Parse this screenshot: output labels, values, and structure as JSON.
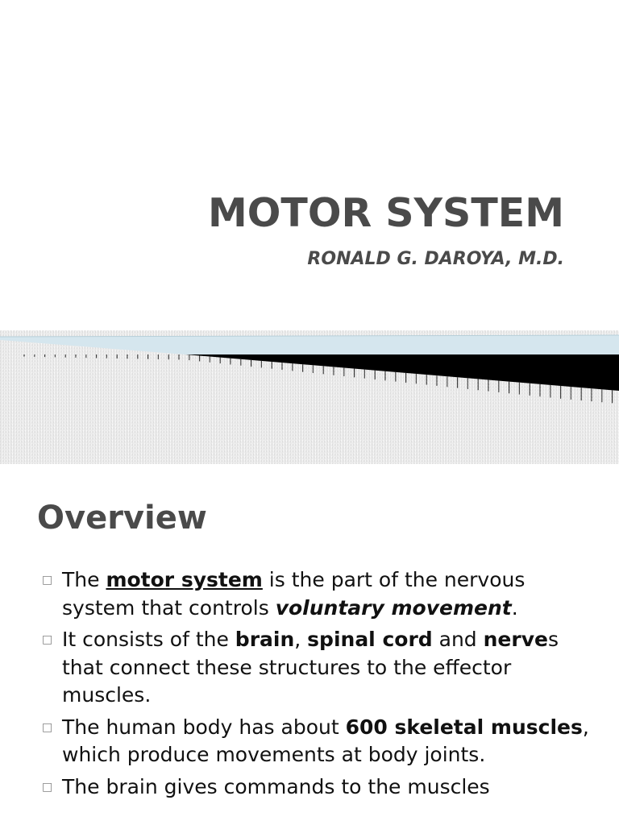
{
  "slide1": {
    "title": "MOTOR SYSTEM",
    "subtitle": "RONALD G. DAROYA, M.D."
  },
  "slide2": {
    "heading": "Overview",
    "bullet_icon": "square-bullet-icon",
    "bullets": [
      {
        "p1": "The ",
        "p2": "motor system",
        "p3": " is the part of the nervous system that controls ",
        "p4": "voluntary movement",
        "p5": "."
      },
      {
        "p1": "It consists of the ",
        "p2": "brain",
        "p3": ", ",
        "p4": "spinal cord",
        "p5": " and ",
        "p6": "nerve",
        "p7": "s that connect these structures to the effector muscles."
      },
      {
        "p1": "The human body has about ",
        "p2": "600 skeletal muscles",
        "p3": ", which produce movements at body joints."
      },
      {
        "p1": "The brain gives commands to the muscles"
      }
    ]
  },
  "colors": {
    "title_gray": "#4a4a4a",
    "band_blue": "#d5e6ee",
    "band_black": "#000000"
  }
}
